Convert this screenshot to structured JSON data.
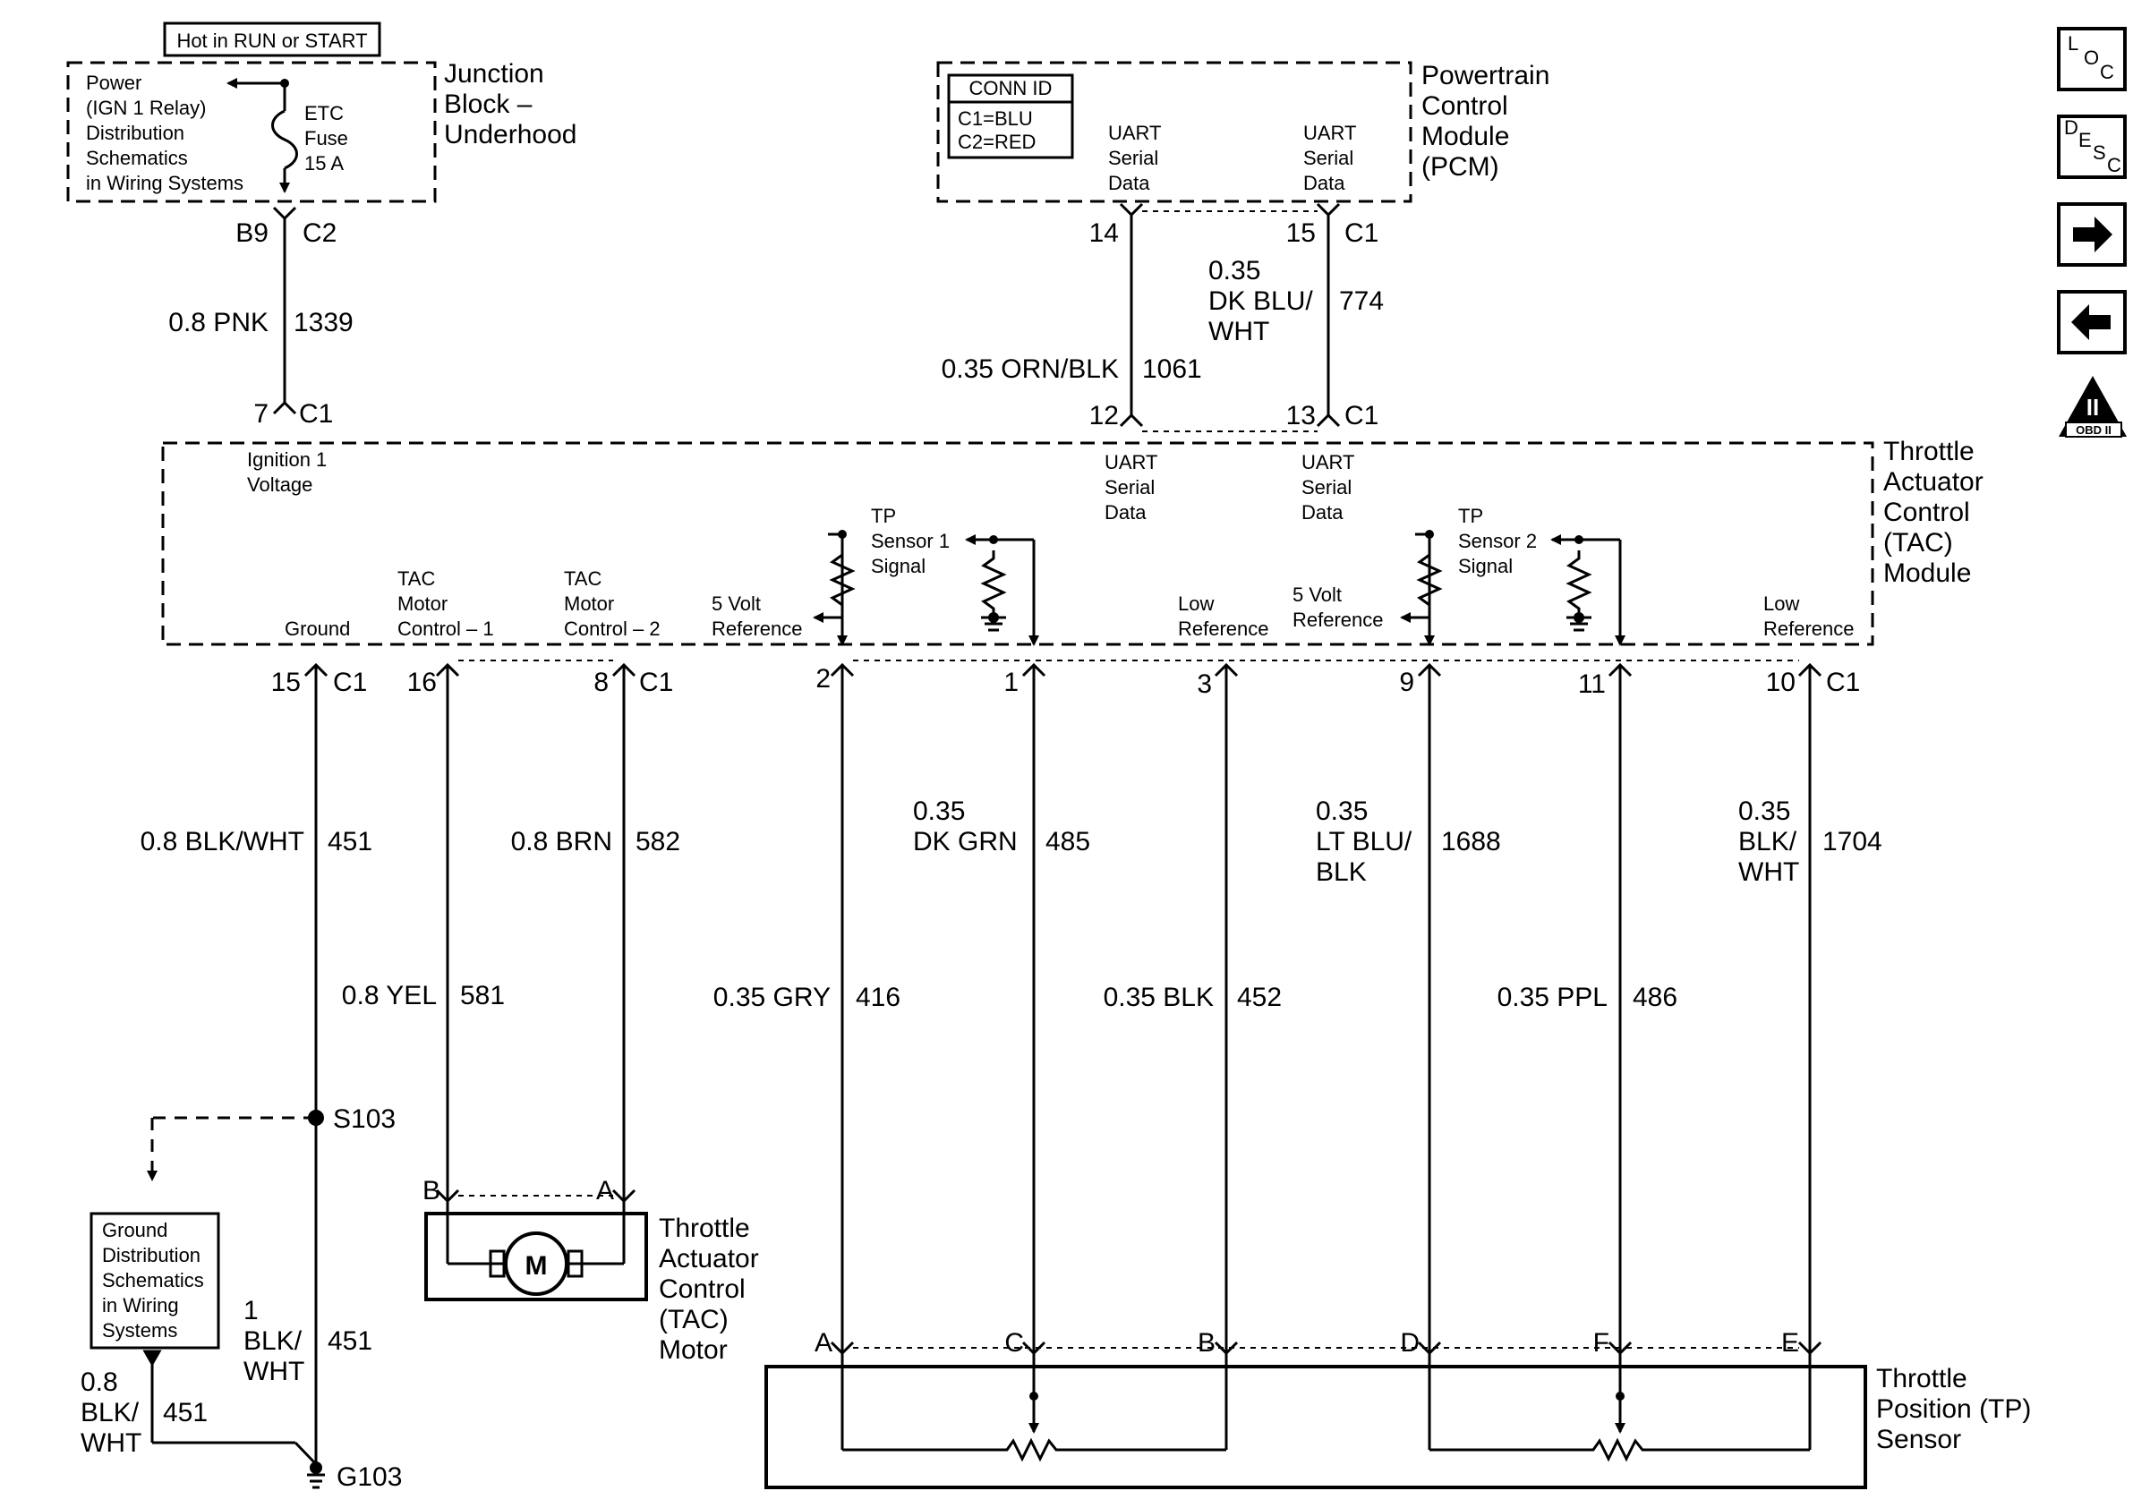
{
  "junction_block": {
    "hot_label": "Hot in RUN or START",
    "title": [
      "Junction",
      "Block –",
      "Underhood"
    ],
    "power_text": [
      "Power",
      "(IGN 1 Relay)",
      "Distribution",
      "Schematics",
      "in Wiring Systems"
    ],
    "fuse": [
      "ETC",
      "Fuse",
      "15 A"
    ]
  },
  "pcm": {
    "title": [
      "Powertrain",
      "Control",
      "Module",
      "(PCM)"
    ],
    "conn_id": [
      "CONN ID",
      "C1=BLU",
      "C2=RED"
    ],
    "uart_left": [
      "UART",
      "Serial",
      "Data"
    ],
    "uart_right": [
      "UART",
      "Serial",
      "Data"
    ]
  },
  "pcm_pins": {
    "left": "14",
    "right": "15",
    "conn": "C1"
  },
  "jb_pin": {
    "pin": "B9",
    "conn": "C2"
  },
  "wire_1339": {
    "size": "0.8 PNK",
    "circuit": "1339"
  },
  "wire_1061": {
    "size": "0.35 ORN/BLK",
    "circuit": "1061"
  },
  "wire_774": {
    "size": [
      "0.35",
      "DK BLU/",
      "WHT"
    ],
    "circuit": "774"
  },
  "tac_top_pins": {
    "ign_pin": "7",
    "ign_conn": "C1",
    "uart_left": "12",
    "uart_right": "13",
    "uart_conn": "C1"
  },
  "tac_module": {
    "title": [
      "Throttle",
      "Actuator",
      "Control",
      "(TAC)",
      "Module"
    ],
    "ign": [
      "Ignition 1",
      "Voltage"
    ],
    "uart_left": [
      "UART",
      "Serial",
      "Data"
    ],
    "uart_right": [
      "UART",
      "Serial",
      "Data"
    ],
    "ground": "Ground",
    "motor1": [
      "TAC",
      "Motor",
      "Control – 1"
    ],
    "motor2": [
      "TAC",
      "Motor",
      "Control – 2"
    ],
    "ref1": [
      "5 Volt",
      "Reference"
    ],
    "tp1": [
      "TP",
      "Sensor 1",
      "Signal"
    ],
    "low1": [
      "Low",
      "Reference"
    ],
    "ref2": [
      "5 Volt",
      "Reference"
    ],
    "tp2": [
      "TP",
      "Sensor 2",
      "Signal"
    ],
    "low2": [
      "Low",
      "Reference"
    ]
  },
  "bottom_pins": {
    "p15": "15",
    "c1a": "C1",
    "p16": "16",
    "p8": "8",
    "c1b": "C1",
    "p2": "2",
    "p1": "1",
    "p3": "3",
    "p9": "9",
    "p11": "11",
    "p10": "10",
    "c1c": "C1"
  },
  "wires_bottom": {
    "w451": {
      "size": "0.8 BLK/WHT",
      "circuit": "451"
    },
    "w582": {
      "size": "0.8 BRN",
      "circuit": "582"
    },
    "w485": {
      "size": [
        "0.35",
        "DK GRN"
      ],
      "circuit": "485"
    },
    "w1688": {
      "size": [
        "0.35",
        "LT BLU/",
        "BLK"
      ],
      "circuit": "1688"
    },
    "w1704": {
      "size": [
        "0.35",
        "BLK/",
        "WHT"
      ],
      "circuit": "1704"
    },
    "w581": {
      "size": "0.8 YEL",
      "circuit": "581"
    },
    "w416": {
      "size": "0.35 GRY",
      "circuit": "416"
    },
    "w452": {
      "size": "0.35 BLK",
      "circuit": "452"
    },
    "w486": {
      "size": "0.35 PPL",
      "circuit": "486"
    }
  },
  "splice": {
    "label": "S103"
  },
  "ground_dist": [
    "Ground",
    "Distribution",
    "Schematics",
    "in Wiring",
    "Systems"
  ],
  "w451_lower": {
    "size": [
      "1",
      "BLK/",
      "WHT"
    ],
    "circuit": "451"
  },
  "w451_gnd": {
    "size": [
      "0.8",
      "BLK/",
      "WHT"
    ],
    "circuit": "451"
  },
  "ground_point": "G103",
  "motor": {
    "title": [
      "Throttle",
      "Actuator",
      "Control",
      "(TAC)",
      "Motor"
    ],
    "symbol": "M",
    "pin_b": "B",
    "pin_a": "A"
  },
  "tp_sensor": {
    "title": [
      "Throttle",
      "Position (TP)",
      "Sensor"
    ],
    "pins": [
      "A",
      "C",
      "B",
      "D",
      "F",
      "E"
    ]
  },
  "nav": {
    "loc": [
      "L",
      "O",
      "C"
    ],
    "desc": [
      "D",
      "E",
      "S",
      "C"
    ],
    "obd": "II",
    "obd_label": "OBD II"
  }
}
